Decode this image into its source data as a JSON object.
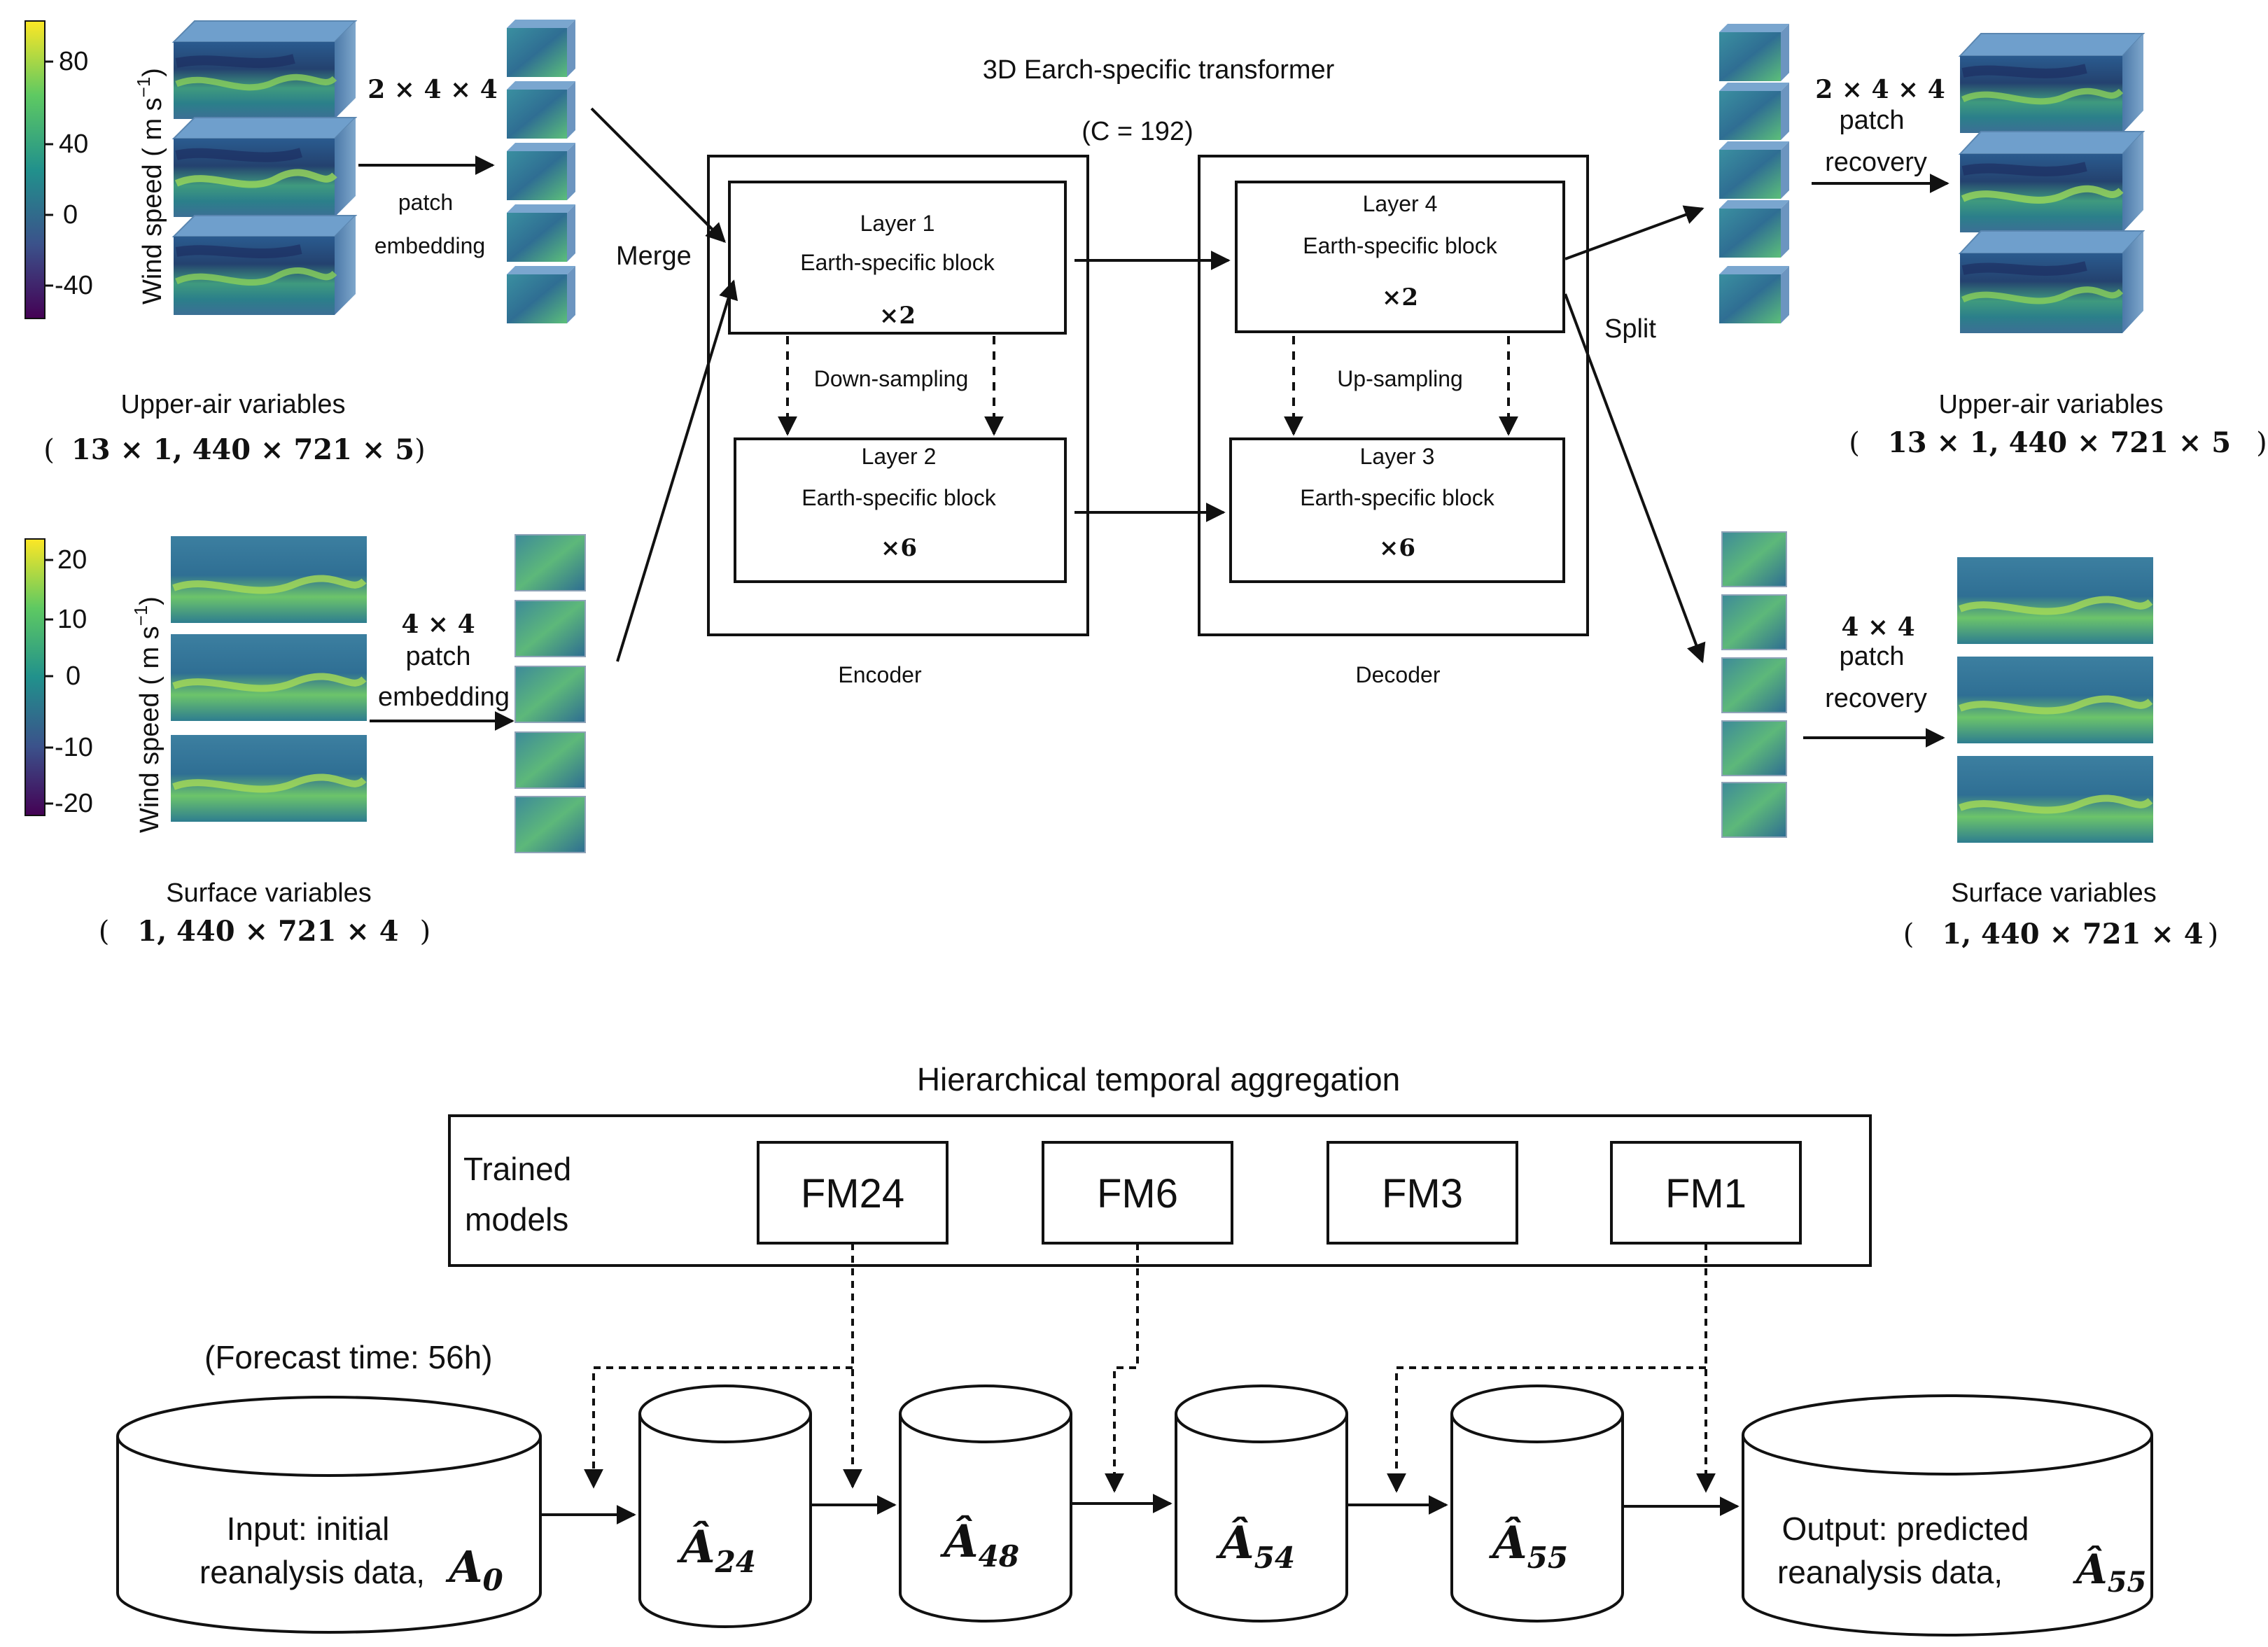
{
  "top": {
    "transformer_title": "3D Earch-specific transformer",
    "channels": "(C = 192)",
    "encoder_label": "Encoder",
    "decoder_label": "Decoder",
    "merge_label": "Merge",
    "split_label": "Split",
    "down_sampling": "Down-sampling",
    "up_sampling": "Up-sampling",
    "layers": [
      {
        "title": "Layer 1",
        "block": "Earth-specific block",
        "repeat": "×2"
      },
      {
        "title": "Layer 2",
        "block": "Earth-specific block",
        "repeat": "×6"
      },
      {
        "title": "Layer 3",
        "block": "Earth-specific block",
        "repeat": "×6"
      },
      {
        "title": "Layer 4",
        "block": "Earth-specific block",
        "repeat": "×2"
      }
    ],
    "left": {
      "upper_caption": "Upper-air variables",
      "upper_dims_open": "(",
      "upper_dims": "13 × 1, 440 × 721 × 5",
      "upper_dims_close": ")",
      "surface_caption": "Surface variables",
      "surface_dims_open": "(",
      "surface_dims": "1, 440 × 721 × 4",
      "surface_dims_close": ")",
      "upper_patch_size": "2 × 4 × 4",
      "upper_patch_word": "patch",
      "upper_patch_action": "embedding",
      "surface_patch_size": "4 × 4",
      "surface_patch_word": "patch",
      "surface_patch_action": "embedding"
    },
    "right": {
      "upper_caption": "Upper-air variables",
      "upper_dims_open": "(",
      "upper_dims": "13 × 1, 440 × 721 × 5",
      "upper_dims_close": ")",
      "surface_caption": "Surface variables",
      "surface_dims_open": "(",
      "surface_dims": "1, 440 × 721 × 4",
      "surface_dims_close": ")",
      "upper_patch_size": "2 × 4 × 4",
      "upper_patch_word": "patch",
      "upper_patch_action": "recovery",
      "surface_patch_size": "4 × 4",
      "surface_patch_word": "patch",
      "surface_patch_action": "recovery"
    },
    "colorbar_upper": {
      "label": "Wind speed ( m s",
      "unit_exp": "−1",
      "label_close": ")",
      "ticks": [
        "80",
        "40",
        "0",
        "-40"
      ]
    },
    "colorbar_surface": {
      "label": "Wind speed ( m s",
      "unit_exp": "−1",
      "label_close": ")",
      "ticks": [
        "20",
        "10",
        "0",
        "-10",
        "-20"
      ]
    }
  },
  "bottom": {
    "title": "Hierarchical temporal aggregation",
    "trained_models_line1": "Trained",
    "trained_models_line2": "models",
    "models": [
      "FM24",
      "FM6",
      "FM3",
      "FM1"
    ],
    "forecast_time": "(Forecast time: 56h)",
    "input_line1": "Input: initial",
    "input_line2": "reanalysis data,",
    "input_symbol": "A",
    "input_sub": "0",
    "output_line1": "Output: predicted",
    "output_line2": "reanalysis data,",
    "output_symbol": "Â",
    "output_sub": "55",
    "states": [
      {
        "symbol": "Â",
        "sub": "24"
      },
      {
        "symbol": "Â",
        "sub": "48"
      },
      {
        "symbol": "Â",
        "sub": "54"
      },
      {
        "symbol": "Â",
        "sub": "55"
      }
    ]
  },
  "colors": {
    "ink": "#111111",
    "field_dark": "#2a4c86",
    "field_mid": "#2f8a8c",
    "field_light": "#7fcf5e",
    "viridis": [
      "#fde725",
      "#5ec962",
      "#21918c",
      "#3b528b",
      "#440154"
    ]
  }
}
